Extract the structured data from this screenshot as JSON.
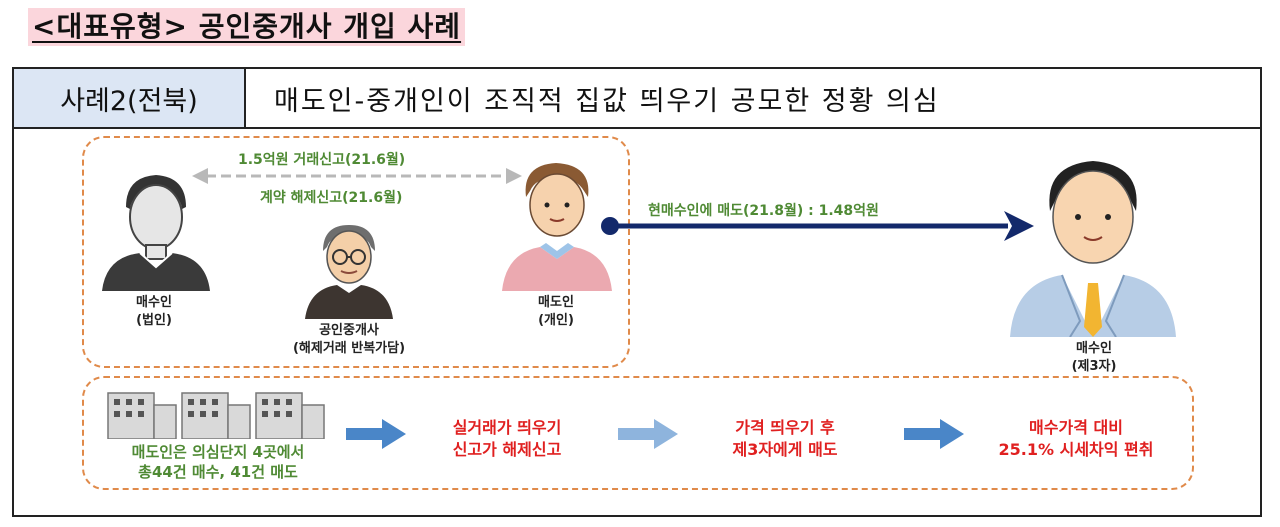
{
  "page_title": "<대표유형> 공인중개사 개입 사례",
  "case": {
    "label": "사례2(전북)",
    "title": "매도인-중개인이 조직적 집값 띄우기 공모한 정황 의심"
  },
  "diagram": {
    "deal_report": "1.5억원 거래신고(21.6월)",
    "cancel_report": "계약 해제신고(21.6월)",
    "sale_to_third": "현매수인에 매도(21.8월) : 1.48억원",
    "buyer_corp": {
      "name": "매수인",
      "sub": "(법인)"
    },
    "agent": {
      "name": "공인중개사",
      "sub": "(해제거래 반복가담)"
    },
    "seller": {
      "name": "매도인",
      "sub": "(개인)"
    },
    "buyer_third": {
      "name": "매수인",
      "sub": "(제3자)"
    }
  },
  "flow": {
    "step1_line1": "매도인은 의심단지 4곳에서",
    "step1_line2": "총44건 매수, 41건 매도",
    "step2_line1": "실거래가 띄우기",
    "step2_line2": "신고가 해제신고",
    "step3_line1": "가격 띄우기 후",
    "step3_line2": "제3자에게 매도",
    "step4_line1": "매수가격 대비",
    "step4_line2": "25.1% 시세차익 편취"
  },
  "colors": {
    "title_highlight": "#fbd6dc",
    "case_label_bg": "#dce6f4",
    "dash": "#e08a4a",
    "green_text": "#4f8a34",
    "red_text": "#e02020",
    "navy_arrow": "#13296b",
    "blue_arrow": "#4a86c8"
  },
  "icons": [
    "person-silhouette-icon",
    "agent-person-icon",
    "seller-person-icon",
    "businessman-icon",
    "building-icon",
    "arrow-right-icon",
    "double-arrow-icon"
  ]
}
